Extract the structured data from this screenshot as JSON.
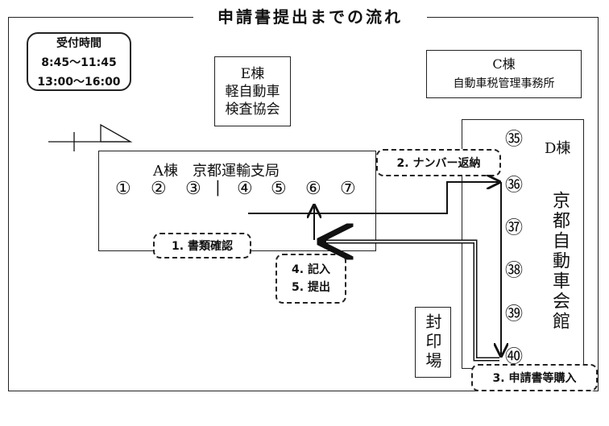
{
  "title": "申請書提出までの流れ",
  "hours": {
    "heading": "受付時間",
    "morning": "8:45〜11:45",
    "afternoon": "13:00〜16:00"
  },
  "building_e": {
    "line1": "E棟",
    "line2": "軽自動車",
    "line3": "検査協会"
  },
  "building_c": {
    "line1": "C棟",
    "line2": "自動車税管理事務所"
  },
  "building_a": {
    "name": "A棟　京都運輸支局",
    "windows": [
      "①",
      "②",
      "③",
      "④",
      "⑤",
      "⑥",
      "⑦"
    ],
    "divider": "|"
  },
  "building_d": {
    "name": "D棟",
    "vertical": "京都自動車会館",
    "windows": [
      "㉟",
      "㊱",
      "㊲",
      "㊳",
      "㊴",
      "㊵"
    ]
  },
  "seal": {
    "label": "封印場"
  },
  "steps": {
    "s1": "1. 書類確認",
    "s2": "2. ナンバー返納",
    "s3": "3. 申請書等購入",
    "s4a": "4. 記入",
    "s4b": "5. 提出"
  }
}
